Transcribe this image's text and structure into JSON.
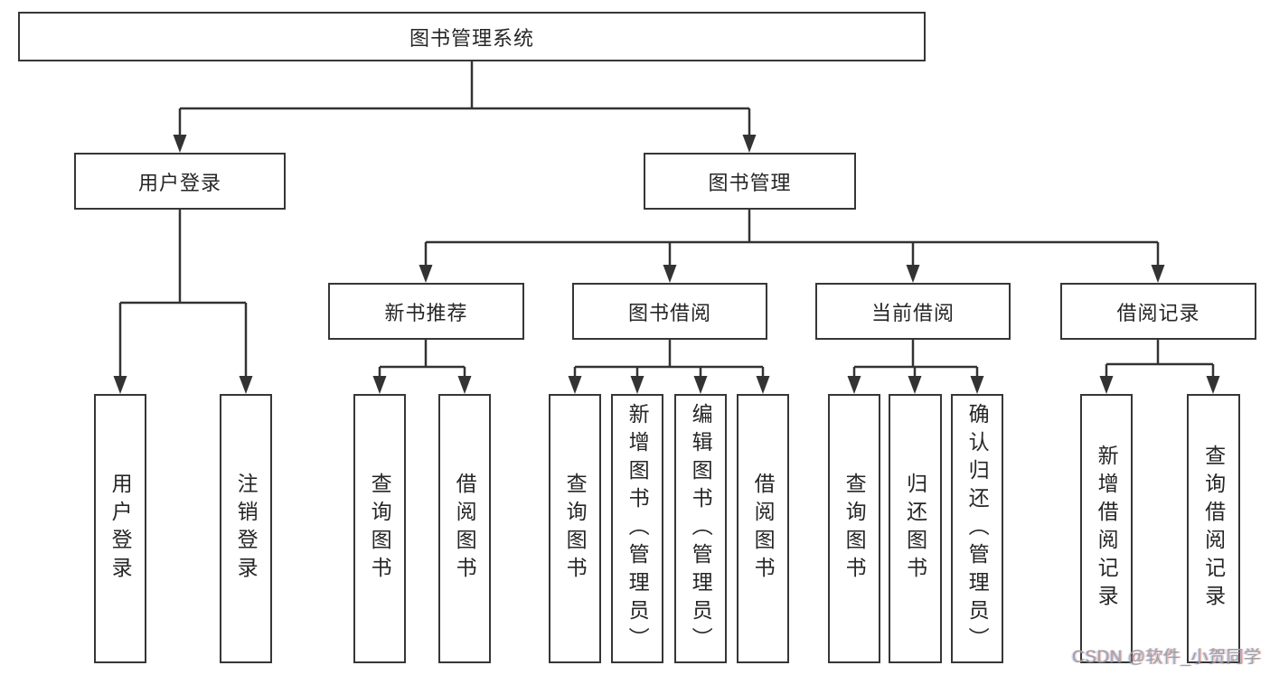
{
  "nodes": {
    "root": "图书管理系统",
    "login": "用户登录",
    "mgmt": "图书管理",
    "newbook": "新书推荐",
    "borrow": "图书借阅",
    "current": "当前借阅",
    "records": "借阅记录",
    "leaf_user_login": "用户登录",
    "leaf_user_logout": "注销登录",
    "leaf_nb_query": "查询图书",
    "leaf_nb_borrow": "借阅图书",
    "leaf_bw_query": "查询图书",
    "leaf_bw_add": "新增图书（管理员）",
    "leaf_bw_edit": "编辑图书（管理员）",
    "leaf_bw_borrow": "借阅图书",
    "leaf_cur_query": "查询图书",
    "leaf_cur_return": "归还图书",
    "leaf_cur_confirm": "确认归还（管理员）",
    "leaf_rec_add": "新增借阅记录",
    "leaf_rec_query": "查询借阅记录"
  },
  "hierarchy": {
    "root": [
      "login",
      "mgmt"
    ],
    "login": [
      "leaf_user_login",
      "leaf_user_logout"
    ],
    "mgmt": [
      "newbook",
      "borrow",
      "current",
      "records"
    ],
    "newbook": [
      "leaf_nb_query",
      "leaf_nb_borrow"
    ],
    "borrow": [
      "leaf_bw_query",
      "leaf_bw_add",
      "leaf_bw_edit",
      "leaf_bw_borrow"
    ],
    "current": [
      "leaf_cur_query",
      "leaf_cur_return",
      "leaf_cur_confirm"
    ],
    "records": [
      "leaf_rec_add",
      "leaf_rec_query"
    ]
  },
  "watermark": {
    "text": "CSDN @软件_小贺同学"
  },
  "colors": {
    "line": "#333333",
    "box_border": "#363636",
    "text": "#262626",
    "background": "#ffffff",
    "watermark": "#a0a0a0"
  }
}
